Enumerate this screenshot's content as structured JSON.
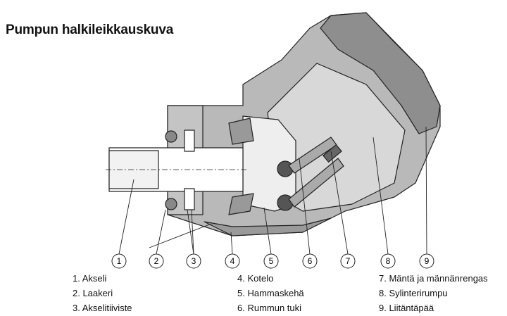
{
  "title": "Pumpun halkileikkauskuva",
  "callouts": [
    "1",
    "2",
    "3",
    "4",
    "5",
    "6",
    "7",
    "8",
    "9"
  ],
  "legend": [
    {
      "label": "1. Akseli"
    },
    {
      "label": "2. Laakeri"
    },
    {
      "label": "3. Akselitiiviste"
    },
    {
      "label": "4. Kotelo"
    },
    {
      "label": "5. Hammaskehä"
    },
    {
      "label": "6. Rummun tuki"
    },
    {
      "label": "7. Mäntä ja männänrengas"
    },
    {
      "label": "8. Sylinterirumpu"
    },
    {
      "label": "9. Liitäntäpää"
    }
  ]
}
